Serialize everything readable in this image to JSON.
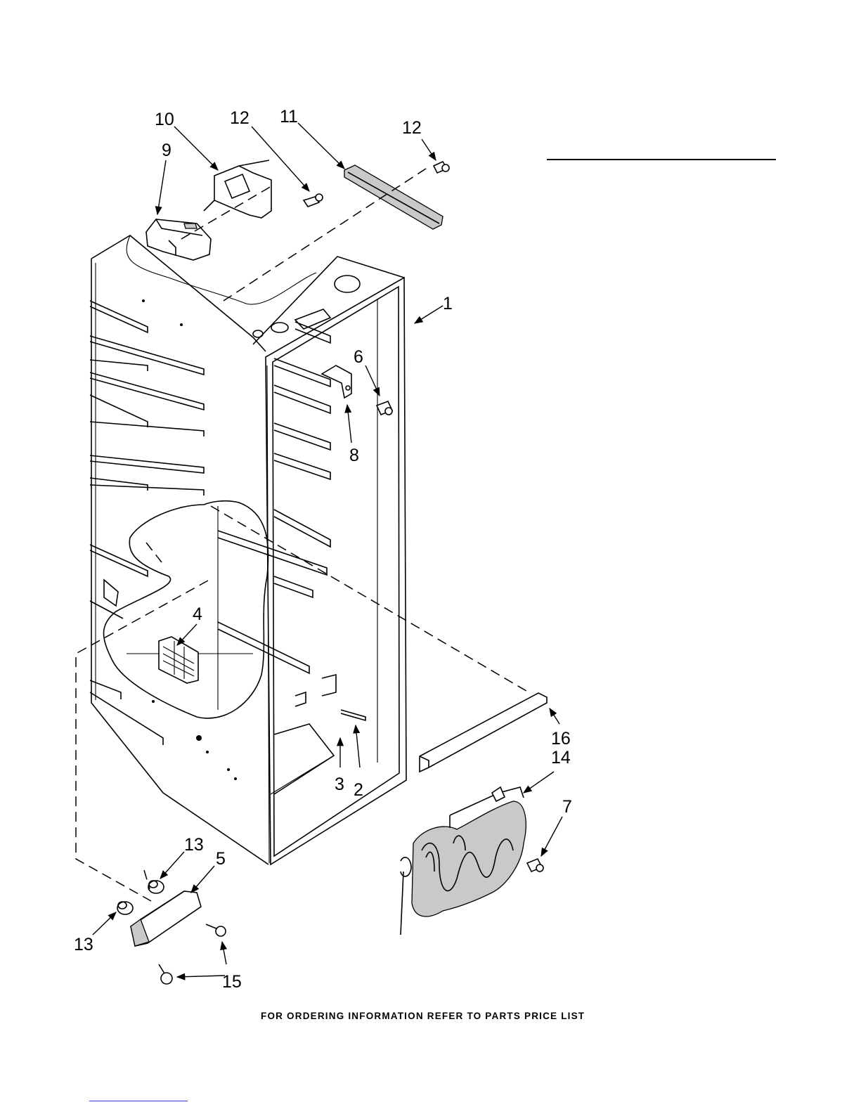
{
  "callouts": {
    "c1": "1",
    "c2": "2",
    "c3": "3",
    "c4": "4",
    "c5": "5",
    "c6": "6",
    "c7": "7",
    "c8": "8",
    "c9": "9",
    "c10": "10",
    "c11": "11",
    "c12a": "12",
    "c12b": "12",
    "c13a": "13",
    "c13b": "13",
    "c14": "14",
    "c15": "15",
    "c16": "16"
  },
  "footer": "FOR ORDERING INFORMATION REFER TO PARTS PRICE LIST",
  "colors": {
    "ink": "#000000",
    "paper": "#ffffff",
    "shade": "#c9c9c9",
    "link": "#3a3ad0"
  }
}
